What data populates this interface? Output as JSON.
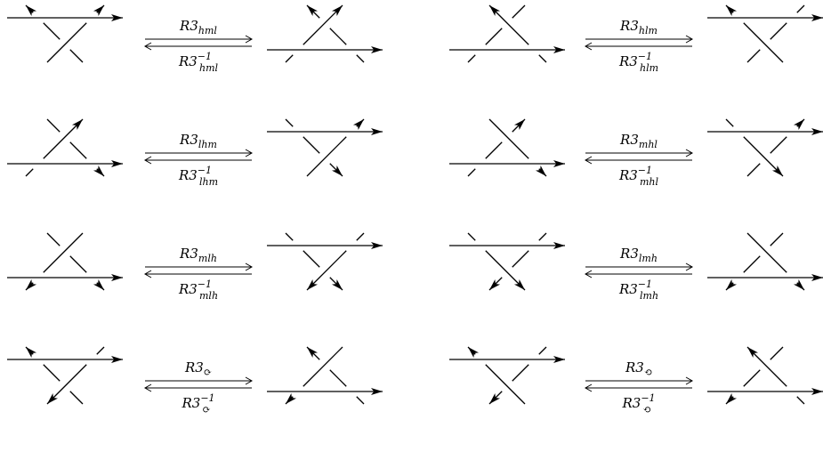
{
  "moves": [
    {
      "id": "hml",
      "label": "R3",
      "sub": "hml",
      "inverse_sup": "−1"
    },
    {
      "id": "hlm",
      "label": "R3",
      "sub": "hlm",
      "inverse_sup": "−1"
    },
    {
      "id": "lhm",
      "label": "R3",
      "sub": "lhm",
      "inverse_sup": "−1"
    },
    {
      "id": "mhl",
      "label": "R3",
      "sub": "mhl",
      "inverse_sup": "−1"
    },
    {
      "id": "mlh",
      "label": "R3",
      "sub": "mlh",
      "inverse_sup": "−1"
    },
    {
      "id": "lmh",
      "label": "R3",
      "sub": "lmh",
      "inverse_sup": "−1"
    },
    {
      "id": "cyc-cw",
      "label": "R3",
      "sub": "⟳",
      "inverse_sup": "−1"
    },
    {
      "id": "cyc-ccw",
      "label": "R3",
      "sub": "⟲",
      "inverse_sup": "−1"
    }
  ]
}
